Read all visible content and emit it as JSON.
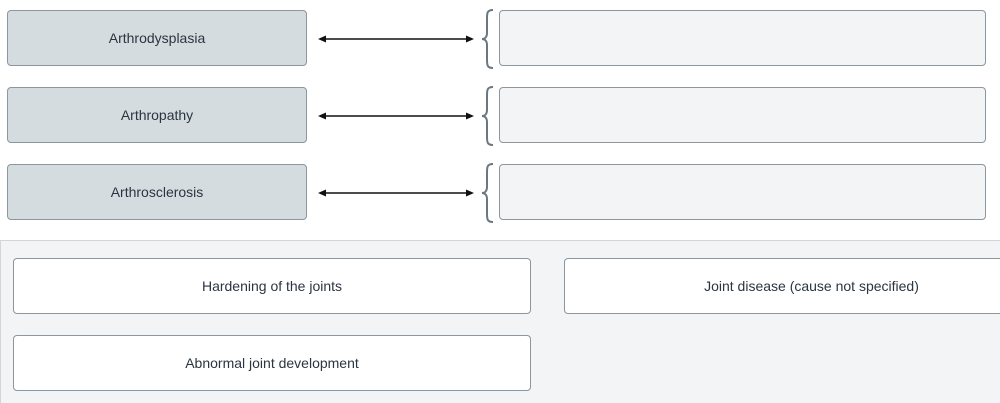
{
  "terms": [
    {
      "label": "Arthrodysplasia"
    },
    {
      "label": "Arthropathy"
    },
    {
      "label": "Arthrosclerosis"
    }
  ],
  "connector_icon": "double-arrow-icon",
  "bracket_icon": "curly-brace-icon",
  "answer_bank": [
    {
      "label": "Hardening of the joints"
    },
    {
      "label": "Joint disease (cause not specified)"
    },
    {
      "label": "Abnormal joint development"
    }
  ],
  "colors": {
    "term_bg": "#d5dce0",
    "dropzone_bg": "#f2f4f5",
    "border": "#8b969f",
    "text": "#2a3540"
  }
}
